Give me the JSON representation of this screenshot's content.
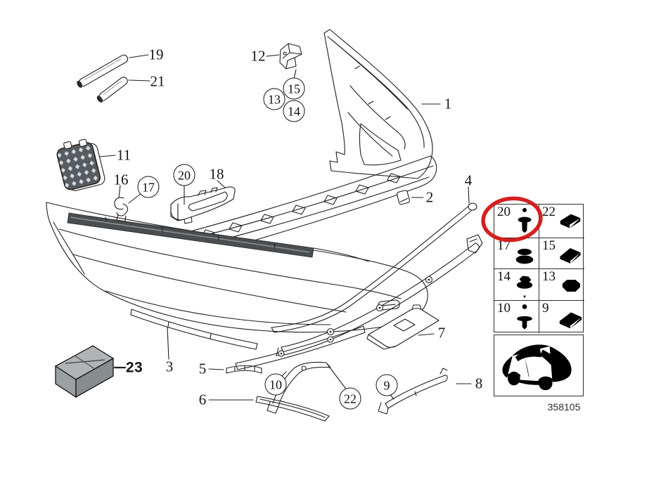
{
  "callouts": {
    "plain": {
      "1": "1",
      "2": "2",
      "3": "3",
      "4": "4",
      "5": "5",
      "6": "6",
      "7": "7",
      "8": "8",
      "11": "11",
      "12": "12",
      "16": "16",
      "18": "18",
      "19": "19",
      "21": "21",
      "23": "23"
    },
    "circled": {
      "9": "9",
      "10": "10",
      "13": "13",
      "14": "14",
      "15": "15",
      "17": "17",
      "20": "20",
      "22": "22"
    }
  },
  "legend": {
    "rows": [
      {
        "cells": [
          {
            "num": "20",
            "icon": "push-rivet-icon",
            "highlighted": true
          },
          {
            "num": "22",
            "icon": "spring-clip-icon",
            "highlighted": false
          }
        ]
      },
      {
        "cells": [
          {
            "num": "17",
            "icon": "flange-nut-icon",
            "highlighted": false
          },
          {
            "num": "15",
            "icon": "speed-clip-icon",
            "highlighted": false
          }
        ]
      },
      {
        "cells": [
          {
            "num": "14",
            "icon": "screw-washer-icon",
            "highlighted": false
          },
          {
            "num": "13",
            "icon": "hex-nut-icon",
            "highlighted": false
          }
        ]
      },
      {
        "cells": [
          {
            "num": "10",
            "icon": "expansion-rivet-icon",
            "highlighted": false
          },
          {
            "num": "9",
            "icon": "sheet-metal-clip-icon",
            "highlighted": false
          }
        ]
      }
    ]
  },
  "highlight": {
    "legend_item": "20",
    "color": "#d21414"
  },
  "footer": {
    "part_number": "358105"
  }
}
